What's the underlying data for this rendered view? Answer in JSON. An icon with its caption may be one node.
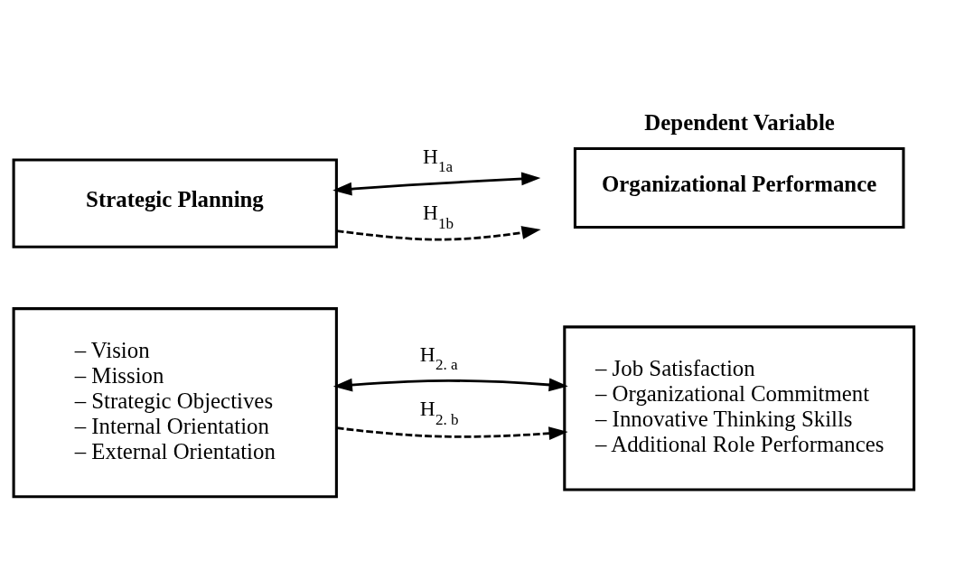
{
  "diagram": {
    "nodes": [
      {
        "text": [
          "Strategic Planning"
        ]
      },
      {
        "text": [
          "– Vision",
          "– Mission",
          "– Strategic Objectives",
          "– Internal Orientation",
          "– External Orientation"
        ]
      },
      {
        "text": [
          "Dependent Variable",
          "Organizational Performance"
        ]
      },
      {
        "text": [
          "– Job Satisfaction",
          "– Organizational Commitment",
          "– Innovative Thinking Skills",
          "– Additional Role Performances"
        ]
      }
    ],
    "edges": [
      {
        "from": 0,
        "to": 2,
        "arrow": "both",
        "label": "H$_{1a}$"
      },
      {
        "from": 0,
        "to": 2,
        "arrow": "to",
        "label": "H$_{1b}$",
        "style": "dashed"
      },
      {
        "from": 1,
        "to": 3,
        "arrow": "both",
        "label": "H$_{2. a}$"
      },
      {
        "from": 1,
        "to": 3,
        "arrow": "to",
        "label": "H$_{2. b}$",
        "style": "dashed"
      }
    ]
  }
}
